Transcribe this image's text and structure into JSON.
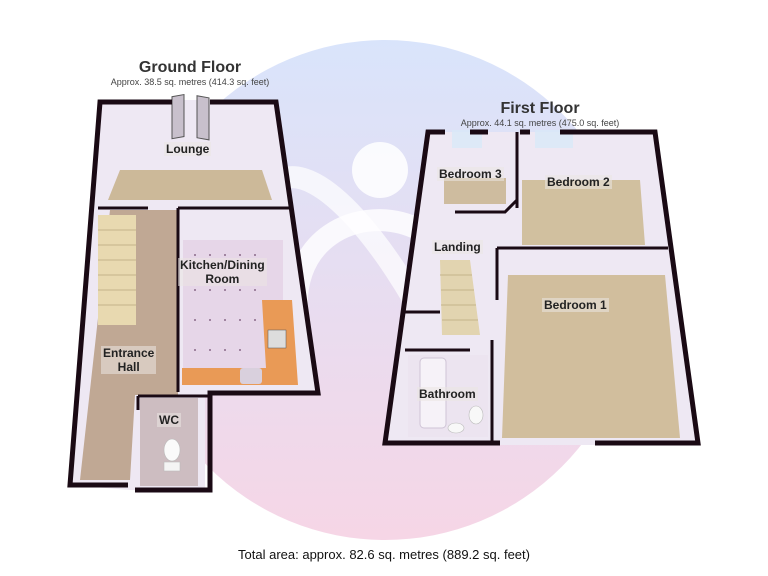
{
  "ground_floor": {
    "title": "Ground Floor",
    "area": "Approx. 38.5 sq. metres (414.3 sq. feet)",
    "rooms": {
      "lounge": "Lounge",
      "kitchen_line1": "Kitchen/Dining",
      "kitchen_line2": "Room",
      "hall_line1": "Entrance",
      "hall_line2": "Hall",
      "wc": "WC"
    }
  },
  "first_floor": {
    "title": "First Floor",
    "area": "Approx. 44.1 sq. metres (475.0 sq. feet)",
    "rooms": {
      "bedroom3": "Bedroom 3",
      "bedroom2": "Bedroom 2",
      "landing": "Landing",
      "bedroom1": "Bedroom 1",
      "bathroom": "Bathroom"
    }
  },
  "total_area": "Total area: approx. 82.6 sq. metres (889.2 sq. feet)",
  "colors": {
    "wall": "#1a0a14",
    "carpet": "#c9b48e",
    "hall_floor": "#b89a80",
    "kitchen_floor": "#eadcec",
    "wall_inner": "#ece6f2",
    "worktop": "#e89a55"
  }
}
